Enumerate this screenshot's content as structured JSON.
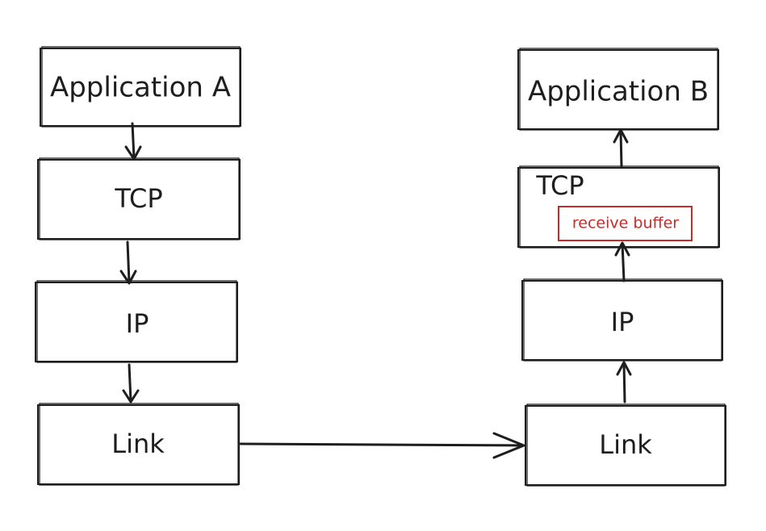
{
  "sender": {
    "application": "Application A",
    "tcp": "TCP",
    "ip": "IP",
    "link": "Link"
  },
  "receiver": {
    "application": "Application B",
    "tcp": "TCP",
    "receive_buffer": "receive buffer",
    "ip": "IP",
    "link": "Link"
  },
  "colors": {
    "stroke": "#1e1e1e",
    "buffer": "#c92a2a",
    "background": "#ffffff"
  }
}
